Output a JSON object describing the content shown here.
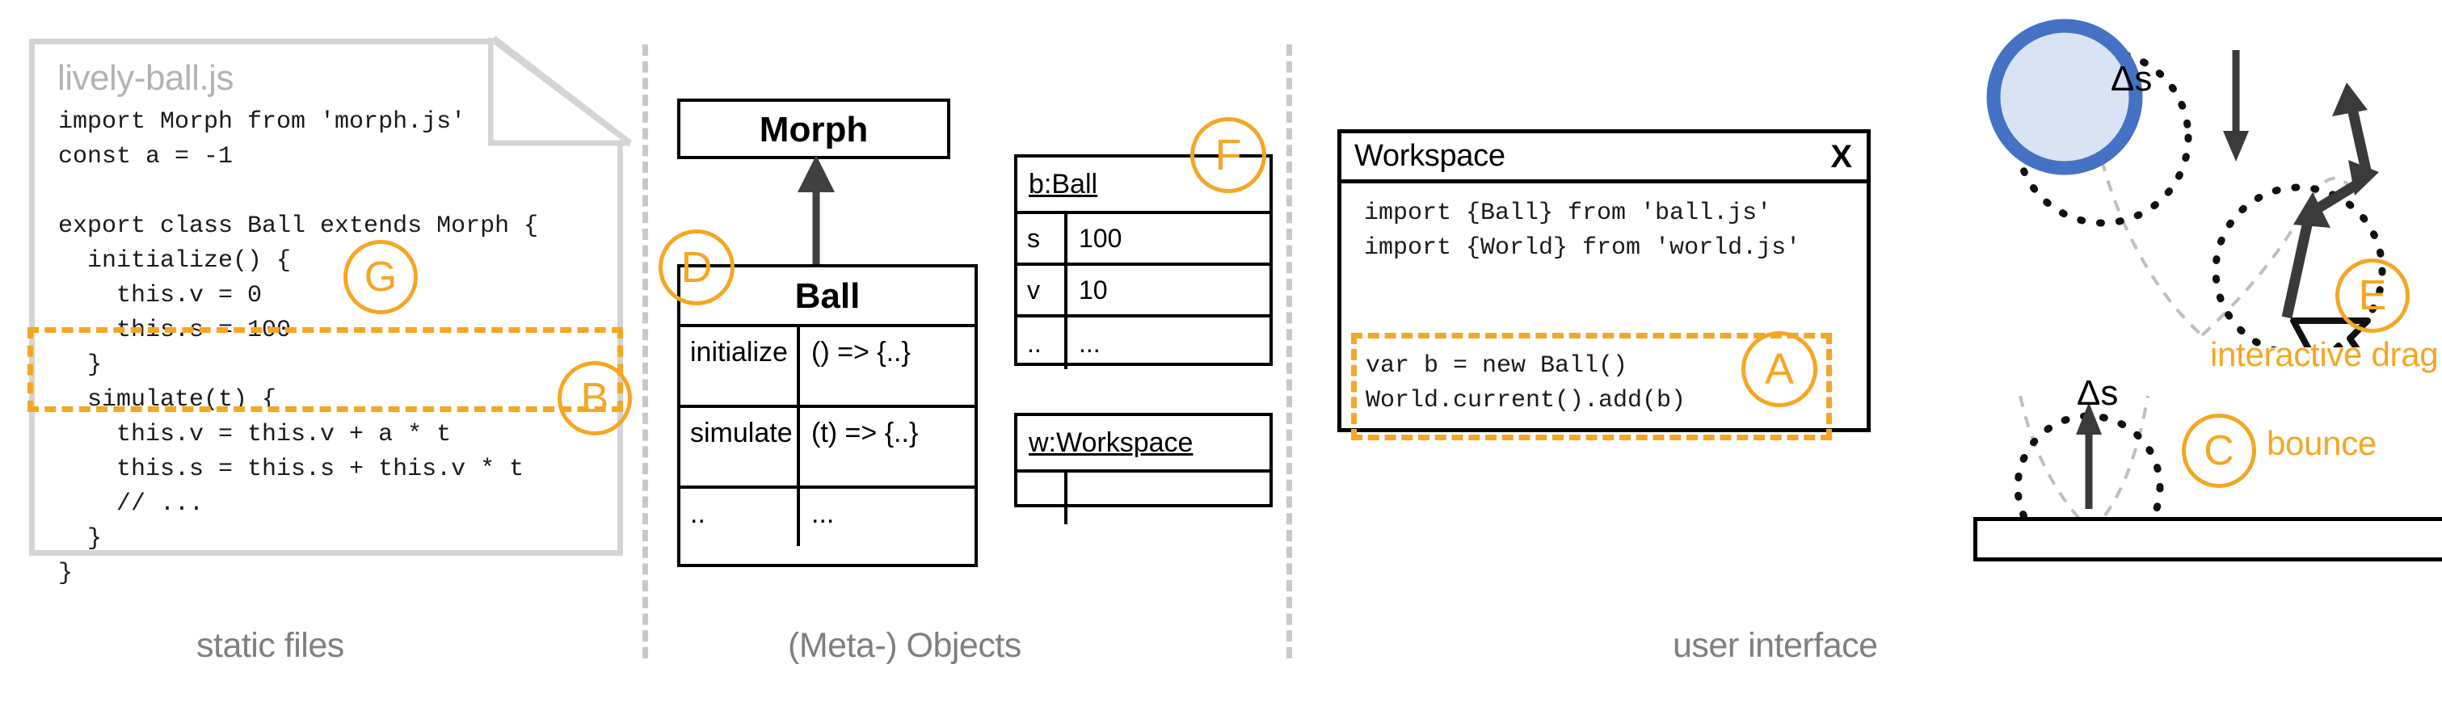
{
  "columns": [
    {
      "id": "static-files",
      "caption": "static files"
    },
    {
      "id": "meta-objects",
      "caption": "(Meta-) Objects"
    },
    {
      "id": "user-interface",
      "caption": "user interface"
    }
  ],
  "file_panel": {
    "filename": "lively-ball.js",
    "code_before": "import Morph from 'morph.js'\nconst a = -1\n\nexport class Ball extends Morph {\n  initialize() {\n    this.v = 0\n    this.s = 100\n  }\n  simulate(t) {\n    this.v = this.v + a * t\n    this.s = this.s + this.v * t\n    // ...\n  }\n}",
    "highlighted_lines": [
      "simulate(t) {",
      "  this.v = this.v + a * t",
      "  this.s = this.s + this.v * t"
    ]
  },
  "uml": {
    "superclass": {
      "name": "Morph"
    },
    "subclass": {
      "name": "Ball",
      "rows": [
        {
          "member": "initialize",
          "signature": "() => {..}"
        },
        {
          "member": "simulate",
          "signature": "(t) => {..}"
        },
        {
          "member": "..",
          "signature": "..."
        }
      ]
    },
    "relation": "inheritance-arrow"
  },
  "objects": [
    {
      "title": "b:Ball",
      "rows": [
        {
          "key": "s",
          "value": "100"
        },
        {
          "key": "v",
          "value": "10"
        },
        {
          "key": "..",
          "value": "..."
        }
      ]
    },
    {
      "title": "w:Workspace",
      "rows": [
        {
          "key": "..",
          "value": "..."
        }
      ]
    }
  ],
  "workspace": {
    "title": "Workspace",
    "close_label": "X",
    "imports": "import {Ball} from 'ball.js'\nimport {World} from 'world.js'",
    "statements": "var b = new Ball()\nWorld.current().add(b)"
  },
  "stage": {
    "delta_top": "Δs",
    "delta_bottom": "Δs",
    "ball_fill": "#DAE3F3",
    "ball_stroke": "#4472C4",
    "trajectory_color": "#BFBFBF",
    "ghost_color": "#000000",
    "drag_arrow_color": "#404040"
  },
  "markers": [
    {
      "letter": "G",
      "id": "mk-G"
    },
    {
      "letter": "B",
      "id": "mk-B"
    },
    {
      "letter": "D",
      "id": "mk-D"
    },
    {
      "letter": "F",
      "id": "mk-F"
    },
    {
      "letter": "A",
      "id": "mk-A"
    },
    {
      "letter": "C",
      "id": "mk-C"
    },
    {
      "letter": "E",
      "id": "mk-E"
    }
  ],
  "annotations": {
    "interactive_drag": "interactive drag",
    "bounce": "bounce"
  },
  "colors": {
    "accent_orange": "#F5A623",
    "caption_gray": "#7F7F7F",
    "paper_border": "#D4D4D4",
    "title_gray": "#B3B3B3"
  }
}
